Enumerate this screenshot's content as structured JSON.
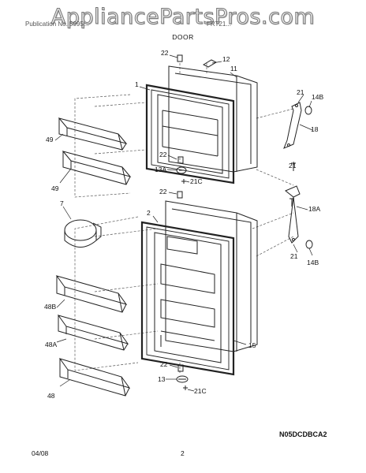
{
  "watermark": "AppliancePartsPros.com",
  "header": {
    "left": "Publication No. 5995...",
    "center": "FRT21..."
  },
  "title": "DOOR",
  "diagram_code": "N05DCDBCA2",
  "footer": {
    "date": "04/08",
    "page": "2"
  },
  "callouts": {
    "c22a": "22",
    "c12": "12",
    "c11": "11",
    "c1": "1",
    "c21a": "21",
    "c14Ba": "14B",
    "c18": "18",
    "c49a": "49",
    "c49b": "49",
    "c22b": "22",
    "c13A": "13A",
    "c21Ca": "21C",
    "c21b": "21",
    "c22c": "22",
    "c2": "2",
    "c7": "7",
    "c18A": "18A",
    "c21c": "21",
    "c14Bb": "14B",
    "c48B": "48B",
    "c48A": "48A",
    "c15": "15",
    "c48": "48",
    "c22d": "22",
    "c13": "13",
    "c21Cb": "21C"
  },
  "colors": {
    "line": "#222222",
    "dash": "#555555",
    "watermark_fill": "#e9e9e9"
  }
}
